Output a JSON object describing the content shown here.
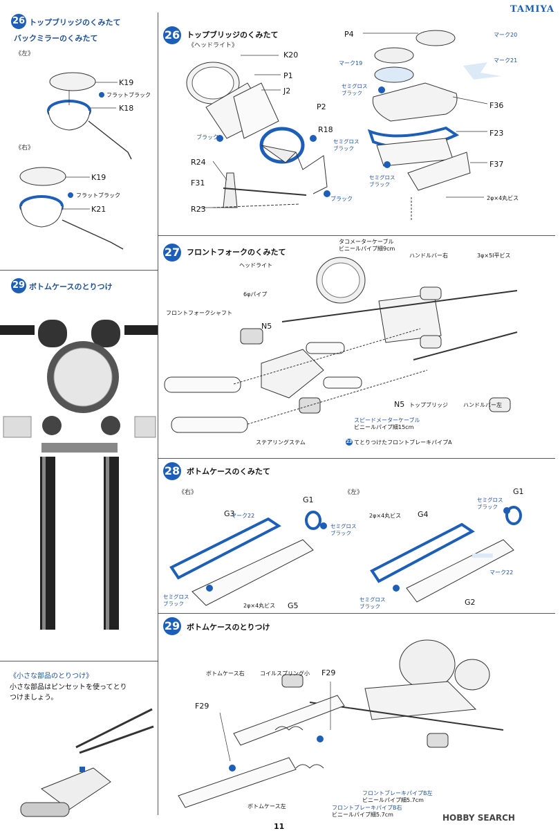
{
  "brand": "TAMIYA",
  "page_number": "11",
  "watermark": "HOBBY SEARCH",
  "left": {
    "step26": {
      "number": "26",
      "title": "トップブリッジのくみたて",
      "subtitle": "バックミラーのくみたて"
    },
    "left_label": "《左》",
    "right_label": "《右》",
    "mirror_left": {
      "k19": "K19",
      "flat_black": "フラットブラック",
      "k18": "K18"
    },
    "mirror_right": {
      "k19": "K19",
      "flat_black": "フラットブラック",
      "k21": "K21"
    },
    "step29": {
      "number": "29",
      "title": "ボトムケースのとりつけ"
    },
    "small_parts": {
      "heading": "《小さな部品のとりつけ》",
      "line1": "小さな部品はピンセットを使ってとり",
      "line2": "つけましょう。"
    }
  },
  "step26": {
    "number": "26",
    "title": "トップブリッジのくみたて",
    "subtitle": "《ヘッドライト》",
    "labels": {
      "k20": "K20",
      "p1": "P1",
      "j2": "J2",
      "p2": "P2",
      "black1": "ブラック",
      "r18": "R18",
      "semigloss": "セミグロス",
      "black_s": "ブラック",
      "r24": "R24",
      "f31": "F31",
      "black2": "ブラック",
      "r23": "R23",
      "p4": "P4",
      "mark20": "マーク20",
      "mark19": "マーク19",
      "mark21": "マーク21",
      "semigloss2": "セミグロス",
      "black3": "ブラック",
      "f36": "F36",
      "f23": "F23",
      "semigloss3": "セミグロス",
      "black4": "ブラック",
      "f37": "F37",
      "screw": "2φ×4丸ビス"
    }
  },
  "step27": {
    "number": "27",
    "title": "フロントフォークのくみたて",
    "labels": {
      "tacho": "タコメーターケーブル",
      "tacho_pipe": "ビニールパイプ細9cm",
      "headlight": "ヘッドライト",
      "handlebar_r": "ハンドルバー右",
      "screw": "3φ×5I平ビス",
      "pipe6": "6φパイプ",
      "fork_shaft": "フロントフォークシャフト",
      "n5": "N5",
      "n5b": "N5",
      "top_bridge": "トップブリッジ",
      "handlebar_l": "ハンドルバー左",
      "speedo": "スピードメーターケーブル",
      "speedo_pipe": "ビニールパイプ細15cm",
      "steering": "ステアリングステム",
      "brake_pipe": "てとりつけたフロントブレーキパイプA",
      "brake_ref": "23"
    }
  },
  "step28": {
    "number": "28",
    "title": "ボトムケースのくみたて",
    "right_label": "《右》",
    "left_label": "《左》",
    "labels": {
      "g1": "G1",
      "g3": "G3",
      "mark22": "マーク22",
      "semigloss": "セミグロス",
      "black": "ブラック",
      "semigloss2": "セミグロス",
      "black2": "ブラック",
      "screw": "2φ×4丸ビス",
      "g5": "G5",
      "g1b": "G1",
      "semigloss3": "セミグロス",
      "black3": "ブラック",
      "screw2": "2φ×4丸ビス",
      "g4": "G4",
      "mark22b": "マーク22",
      "semigloss4": "セミグロス",
      "black4": "ブラック",
      "g2": "G2"
    }
  },
  "step29": {
    "number": "29",
    "title": "ボトムケースのとりつけ",
    "labels": {
      "bottom_right": "ボトムケース右",
      "coil_spring": "コイルスプリング小",
      "f29": "F29",
      "f29b": "F29",
      "brake_b_left": "フロントブレーキパイプB左",
      "pipe_left": "ビニールパイプ細5.7cm",
      "brake_b_right": "フロントブレーキパイプB右",
      "pipe_right": "ビニールパイプ細5.7cm",
      "bottom_left": "ボトムケース左"
    }
  },
  "colors": {
    "accent": "#1d5fb8",
    "line": "#222222"
  }
}
